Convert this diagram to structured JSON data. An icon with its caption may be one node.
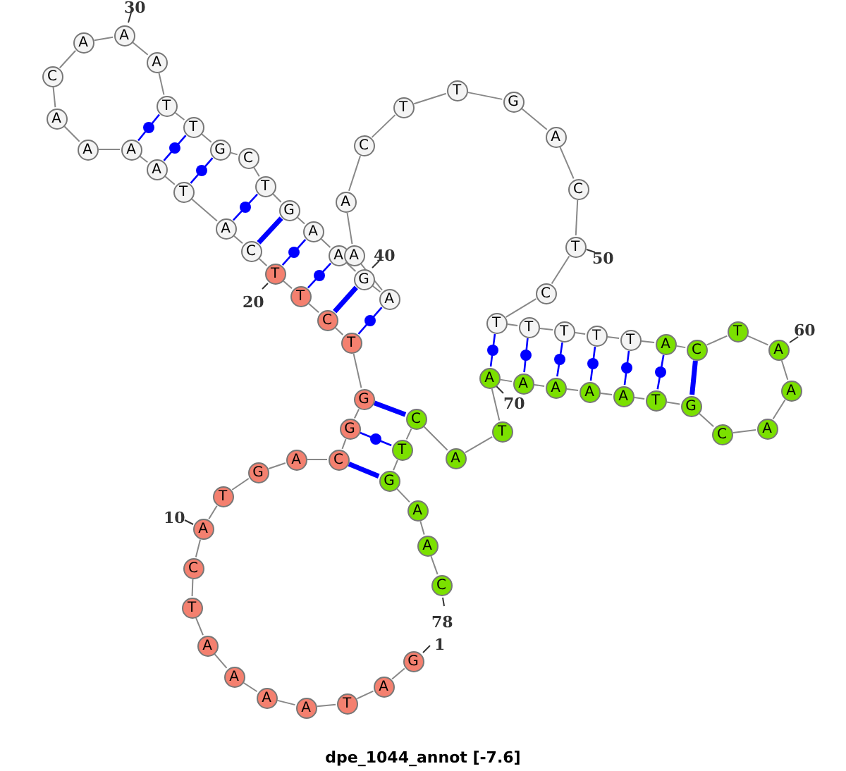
{
  "diagram": {
    "caption": "dpe_1044_annot [-7.6]",
    "nodes": [
      {
        "text": [
          "G"
        ],
        "beside": [
          "1"
        ]
      },
      {
        "text": [
          "A"
        ]
      },
      {
        "text": [
          "T"
        ]
      },
      {
        "text": [
          "A"
        ]
      },
      {
        "text": [
          "A"
        ]
      },
      {
        "text": [
          "A"
        ]
      },
      {
        "text": [
          "A"
        ]
      },
      {
        "text": [
          "T"
        ]
      },
      {
        "text": [
          "C"
        ]
      },
      {
        "text": [
          "A"
        ],
        "beside": [
          "10"
        ]
      },
      {
        "text": [
          "T"
        ]
      },
      {
        "text": [
          "G"
        ]
      },
      {
        "text": [
          "A"
        ]
      },
      {
        "text": [
          "C"
        ]
      },
      {
        "text": [
          "G"
        ]
      },
      {
        "text": [
          "G"
        ]
      },
      {
        "text": [
          "T"
        ]
      },
      {
        "text": [
          "C"
        ]
      },
      {
        "text": [
          "T"
        ]
      },
      {
        "text": [
          "T"
        ],
        "beside": [
          "20"
        ]
      },
      {
        "text": [
          "C"
        ]
      },
      {
        "text": [
          "A"
        ]
      },
      {
        "text": [
          "T"
        ]
      },
      {
        "text": [
          "A"
        ]
      },
      {
        "text": [
          "A"
        ]
      },
      {
        "text": [
          "A"
        ]
      },
      {
        "text": [
          "A"
        ]
      },
      {
        "text": [
          "C"
        ]
      },
      {
        "text": [
          "A"
        ]
      },
      {
        "text": [
          "A"
        ],
        "beside": [
          "30"
        ]
      },
      {
        "text": [
          "A"
        ]
      },
      {
        "text": [
          "T"
        ]
      },
      {
        "text": [
          "T"
        ]
      },
      {
        "text": [
          "G"
        ]
      },
      {
        "text": [
          "C"
        ]
      },
      {
        "text": [
          "T"
        ]
      },
      {
        "text": [
          "G"
        ]
      },
      {
        "text": [
          "A"
        ]
      },
      {
        "text": [
          "A"
        ]
      },
      {
        "text": [
          "G"
        ],
        "beside": [
          "40"
        ]
      },
      {
        "text": [
          "A"
        ]
      },
      {
        "text": [
          "A"
        ]
      },
      {
        "text": [
          "A"
        ]
      },
      {
        "text": [
          "C"
        ]
      },
      {
        "text": [
          "T"
        ]
      },
      {
        "text": [
          "T"
        ]
      },
      {
        "text": [
          "G"
        ]
      },
      {
        "text": [
          "A"
        ]
      },
      {
        "text": [
          "C"
        ]
      },
      {
        "text": [
          "T"
        ],
        "beside": [
          "50"
        ]
      },
      {
        "text": [
          "C"
        ]
      },
      {
        "text": [
          "T"
        ]
      },
      {
        "text": [
          "T"
        ]
      },
      {
        "text": [
          "T"
        ]
      },
      {
        "text": [
          "T"
        ]
      },
      {
        "text": [
          "T"
        ]
      },
      {
        "text": [
          "A"
        ]
      },
      {
        "text": [
          "C"
        ]
      },
      {
        "text": [
          "T"
        ]
      },
      {
        "text": [
          "A"
        ],
        "beside": [
          "60"
        ]
      },
      {
        "text": [
          "A"
        ]
      },
      {
        "text": [
          "A"
        ]
      },
      {
        "text": [
          "C"
        ]
      },
      {
        "text": [
          "G"
        ]
      },
      {
        "text": [
          "T"
        ]
      },
      {
        "text": [
          "A"
        ]
      },
      {
        "text": [
          "A"
        ]
      },
      {
        "text": [
          "A"
        ]
      },
      {
        "text": [
          "A"
        ]
      },
      {
        "text": [
          "A"
        ],
        "beside": [
          "70"
        ]
      },
      {
        "text": [
          "T"
        ]
      },
      {
        "text": [
          "A"
        ]
      },
      {
        "text": [
          "C"
        ]
      },
      {
        "text": [
          "T"
        ]
      },
      {
        "text": [
          "G"
        ]
      },
      {
        "text": [
          "A"
        ]
      },
      {
        "text": [
          "A"
        ]
      },
      {
        "text": [
          "C"
        ],
        "beside": [
          "78"
        ]
      }
    ],
    "edges": [
      {
        "from": 0,
        "to": 1,
        "arrow": "none"
      },
      {
        "from": 1,
        "to": 2,
        "arrow": "none"
      },
      {
        "from": 2,
        "to": 3,
        "arrow": "none"
      },
      {
        "from": 3,
        "to": 4,
        "arrow": "none"
      },
      {
        "from": 4,
        "to": 5,
        "arrow": "none"
      },
      {
        "from": 5,
        "to": 6,
        "arrow": "none"
      },
      {
        "from": 6,
        "to": 7,
        "arrow": "none"
      },
      {
        "from": 7,
        "to": 8,
        "arrow": "none"
      },
      {
        "from": 8,
        "to": 9,
        "arrow": "none"
      },
      {
        "from": 9,
        "to": 10,
        "arrow": "none"
      },
      {
        "from": 10,
        "to": 11,
        "arrow": "none"
      },
      {
        "from": 11,
        "to": 12,
        "arrow": "none"
      },
      {
        "from": 12,
        "to": 13,
        "arrow": "none"
      },
      {
        "from": 13,
        "to": 14,
        "arrow": "none"
      },
      {
        "from": 14,
        "to": 15,
        "arrow": "none"
      },
      {
        "from": 15,
        "to": 16,
        "arrow": "none"
      },
      {
        "from": 16,
        "to": 17,
        "arrow": "none"
      },
      {
        "from": 17,
        "to": 18,
        "arrow": "none"
      },
      {
        "from": 18,
        "to": 19,
        "arrow": "none"
      },
      {
        "from": 19,
        "to": 20,
        "arrow": "none"
      },
      {
        "from": 20,
        "to": 21,
        "arrow": "none"
      },
      {
        "from": 21,
        "to": 22,
        "arrow": "none"
      },
      {
        "from": 22,
        "to": 23,
        "arrow": "none"
      },
      {
        "from": 23,
        "to": 24,
        "arrow": "none"
      },
      {
        "from": 24,
        "to": 25,
        "arrow": "none"
      },
      {
        "from": 25,
        "to": 26,
        "arrow": "none"
      },
      {
        "from": 26,
        "to": 27,
        "arrow": "none"
      },
      {
        "from": 27,
        "to": 28,
        "arrow": "none"
      },
      {
        "from": 28,
        "to": 29,
        "arrow": "none"
      },
      {
        "from": 29,
        "to": 30,
        "arrow": "none"
      },
      {
        "from": 30,
        "to": 31,
        "arrow": "none"
      },
      {
        "from": 31,
        "to": 32,
        "arrow": "none"
      },
      {
        "from": 32,
        "to": 33,
        "arrow": "none"
      },
      {
        "from": 33,
        "to": 34,
        "arrow": "none"
      },
      {
        "from": 34,
        "to": 35,
        "arrow": "none"
      },
      {
        "from": 35,
        "to": 36,
        "arrow": "none"
      },
      {
        "from": 36,
        "to": 37,
        "arrow": "none"
      },
      {
        "from": 37,
        "to": 38,
        "arrow": "none"
      },
      {
        "from": 38,
        "to": 39,
        "arrow": "none"
      },
      {
        "from": 39,
        "to": 40,
        "arrow": "none"
      },
      {
        "from": 40,
        "to": 41,
        "arrow": "none"
      },
      {
        "from": 41,
        "to": 42,
        "arrow": "none"
      },
      {
        "from": 42,
        "to": 43,
        "arrow": "none"
      },
      {
        "from": 43,
        "to": 44,
        "arrow": "none"
      },
      {
        "from": 44,
        "to": 45,
        "arrow": "none"
      },
      {
        "from": 45,
        "to": 46,
        "arrow": "none"
      },
      {
        "from": 46,
        "to": 47,
        "arrow": "none"
      },
      {
        "from": 47,
        "to": 48,
        "arrow": "none"
      },
      {
        "from": 48,
        "to": 49,
        "arrow": "none"
      },
      {
        "from": 49,
        "to": 50,
        "arrow": "none"
      },
      {
        "from": 50,
        "to": 51,
        "arrow": "none"
      },
      {
        "from": 51,
        "to": 52,
        "arrow": "none"
      },
      {
        "from": 52,
        "to": 53,
        "arrow": "none"
      },
      {
        "from": 53,
        "to": 54,
        "arrow": "none"
      },
      {
        "from": 54,
        "to": 55,
        "arrow": "none"
      },
      {
        "from": 55,
        "to": 56,
        "arrow": "none"
      },
      {
        "from": 56,
        "to": 57,
        "arrow": "none"
      },
      {
        "from": 57,
        "to": 58,
        "arrow": "none"
      },
      {
        "from": 58,
        "to": 59,
        "arrow": "none"
      },
      {
        "from": 59,
        "to": 60,
        "arrow": "none"
      },
      {
        "from": 60,
        "to": 61,
        "arrow": "none"
      },
      {
        "from": 61,
        "to": 62,
        "arrow": "none"
      },
      {
        "from": 62,
        "to": 63,
        "arrow": "none"
      },
      {
        "from": 63,
        "to": 64,
        "arrow": "none"
      },
      {
        "from": 64,
        "to": 65,
        "arrow": "none"
      },
      {
        "from": 65,
        "to": 66,
        "arrow": "none"
      },
      {
        "from": 66,
        "to": 67,
        "arrow": "none"
      },
      {
        "from": 67,
        "to": 68,
        "arrow": "none"
      },
      {
        "from": 68,
        "to": 69,
        "arrow": "none"
      },
      {
        "from": 69,
        "to": 70,
        "arrow": "none"
      },
      {
        "from": 70,
        "to": 71,
        "arrow": "none"
      },
      {
        "from": 71,
        "to": 72,
        "arrow": "none"
      },
      {
        "from": 72,
        "to": 73,
        "arrow": "none"
      },
      {
        "from": 73,
        "to": 74,
        "arrow": "none"
      },
      {
        "from": 74,
        "to": 75,
        "arrow": "none"
      },
      {
        "from": 75,
        "to": 76,
        "arrow": "none"
      },
      {
        "from": 76,
        "to": 77,
        "arrow": "none"
      },
      {
        "from": 15,
        "to": 72,
        "arrow": "none",
        "style": "thick",
        "color": "#0000ff"
      },
      {
        "from": 14,
        "to": 73,
        "arrow": "none",
        "color": "#0000ff"
      },
      {
        "from": 13,
        "to": 74,
        "arrow": "none",
        "style": "thick",
        "color": "#0000ff"
      },
      {
        "from": 16,
        "to": 40,
        "arrow": "none",
        "color": "#0000ff"
      },
      {
        "from": 17,
        "to": 39,
        "arrow": "none",
        "style": "thick",
        "color": "#0000ff"
      },
      {
        "from": 18,
        "to": 38,
        "arrow": "none",
        "color": "#0000ff"
      },
      {
        "from": 19,
        "to": 37,
        "arrow": "none",
        "color": "#0000ff"
      },
      {
        "from": 20,
        "to": 36,
        "arrow": "none",
        "style": "thick",
        "color": "#0000ff"
      },
      {
        "from": 21,
        "to": 35,
        "arrow": "none",
        "color": "#0000ff"
      },
      {
        "from": 22,
        "to": 33,
        "arrow": "none",
        "color": "#0000ff"
      },
      {
        "from": 23,
        "to": 32,
        "arrow": "none",
        "color": "#0000ff"
      },
      {
        "from": 24,
        "to": 31,
        "arrow": "none",
        "color": "#0000ff"
      },
      {
        "from": 51,
        "to": 69,
        "arrow": "none",
        "color": "#0000ff"
      },
      {
        "from": 52,
        "to": 68,
        "arrow": "none",
        "color": "#0000ff"
      },
      {
        "from": 53,
        "to": 67,
        "arrow": "none",
        "color": "#0000ff"
      },
      {
        "from": 54,
        "to": 66,
        "arrow": "none",
        "color": "#0000ff"
      },
      {
        "from": 55,
        "to": 65,
        "arrow": "none",
        "color": "#0000ff"
      },
      {
        "from": 56,
        "to": 64,
        "arrow": "none",
        "color": "#0000ff"
      },
      {
        "from": 57,
        "to": 63,
        "arrow": "none",
        "style": "thick",
        "color": "#0000ff"
      }
    ]
  }
}
